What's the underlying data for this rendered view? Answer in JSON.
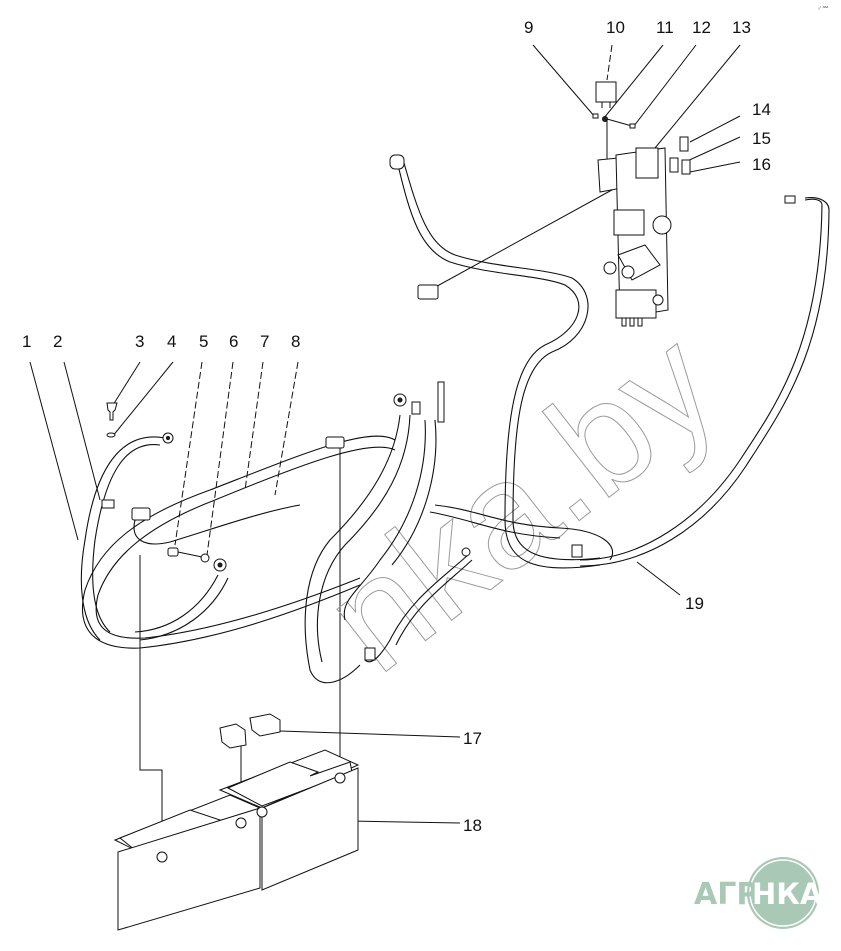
{
  "diagram": {
    "type": "exploded parts diagram — battery and cable wiring",
    "corner_mark": "₀ʳ ᵃᵃᵃ",
    "watermark": "nka.by",
    "logo": {
      "left": "АГРО",
      "right": "НКА",
      "color": "#a9c8b5"
    },
    "callouts": [
      {
        "id": "1",
        "label": "1"
      },
      {
        "id": "2",
        "label": "2"
      },
      {
        "id": "3",
        "label": "3"
      },
      {
        "id": "4",
        "label": "4"
      },
      {
        "id": "5",
        "label": "5"
      },
      {
        "id": "6",
        "label": "6"
      },
      {
        "id": "7",
        "label": "7"
      },
      {
        "id": "8",
        "label": "8"
      },
      {
        "id": "9",
        "label": "9"
      },
      {
        "id": "10",
        "label": "10"
      },
      {
        "id": "11",
        "label": "11"
      },
      {
        "id": "12",
        "label": "12"
      },
      {
        "id": "13",
        "label": "13"
      },
      {
        "id": "14",
        "label": "14"
      },
      {
        "id": "15",
        "label": "15"
      },
      {
        "id": "16",
        "label": "16"
      },
      {
        "id": "17",
        "label": "17"
      },
      {
        "id": "18",
        "label": "18"
      },
      {
        "id": "19",
        "label": "19"
      }
    ]
  }
}
